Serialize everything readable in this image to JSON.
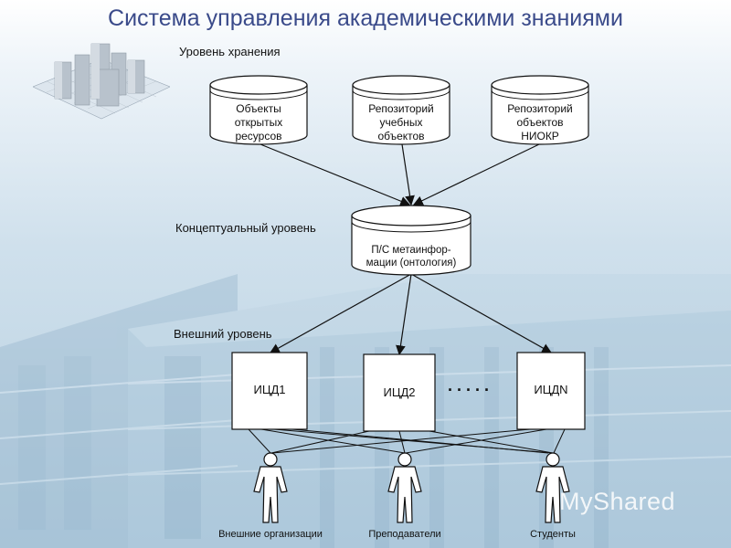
{
  "title": "Система управления академическими знаниями",
  "levels": {
    "storage": "Уровень хранения",
    "conceptual": "Концептуальный уровень",
    "external": "Внешний уровень"
  },
  "storage_cylinders": [
    {
      "lines": [
        "Объекты",
        "открытых",
        "ресурсов"
      ]
    },
    {
      "lines": [
        "Репозиторий",
        "учебных",
        "объектов"
      ]
    },
    {
      "lines": [
        "Репозиторий",
        "объектов",
        "НИОКР"
      ]
    }
  ],
  "meta_cylinder": {
    "lines": [
      "П/С метаинфор-",
      "мации (онтология)"
    ]
  },
  "boxes": [
    {
      "label": "ИЦД1"
    },
    {
      "label": "ИЦД2"
    },
    {
      "label": "ИЦДN"
    }
  ],
  "ellipsis": ". . . . .",
  "people": [
    {
      "label": "Внешние организации"
    },
    {
      "label": "Преподаватели"
    },
    {
      "label": "Студенты"
    }
  ],
  "watermark": "MyShared",
  "colors": {
    "title": "#3a4a8a",
    "stroke": "#111111",
    "fill": "#ffffff"
  }
}
